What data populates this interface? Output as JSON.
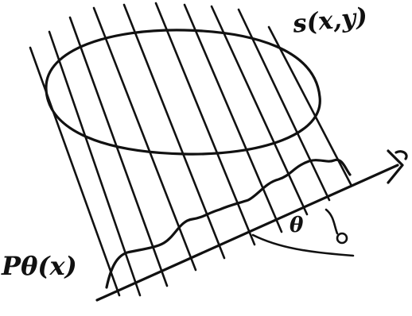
{
  "labels": {
    "object_function": "s(x,y)",
    "projection": "Pθ(x)",
    "angle": "θ"
  }
}
